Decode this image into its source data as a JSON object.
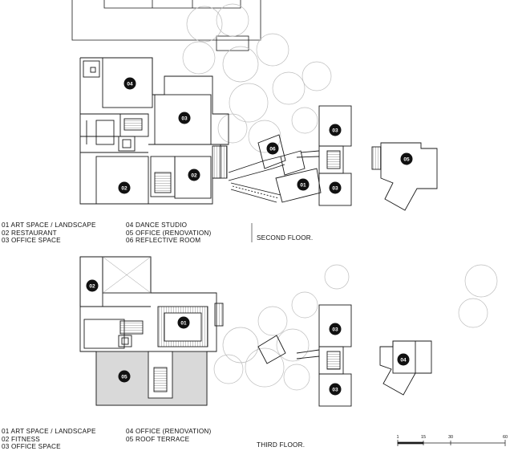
{
  "second_floor": {
    "title": "SECOND FLOOR.",
    "legend_col1": [
      "01 ART SPACE / LANDSCAPE",
      "02 RESTAURANT",
      "03 OFFICE SPACE"
    ],
    "legend_col2": [
      "04 DANCE STUDIO",
      "05 OFFICE (RENOVATION)",
      "06 REFLECTIVE ROOM"
    ],
    "room_labels": [
      "04",
      "03",
      "06",
      "03",
      "05",
      "02",
      "02",
      "01",
      "03"
    ]
  },
  "third_floor": {
    "title": "THIRD FLOOR.",
    "legend_col1": [
      "01 ART SPACE / LANDSCAPE",
      "02 FITNESS",
      "03 OFFICE SPACE"
    ],
    "legend_col2": [
      "04 OFFICE (RENOVATION)",
      "05 ROOF TERRACE"
    ],
    "room_labels": [
      "02",
      "01",
      "03",
      "05",
      "04",
      "03"
    ]
  },
  "scale_bar": {
    "ticks": [
      "1",
      "15",
      "30",
      "60"
    ]
  },
  "colors": {
    "line": "#1a1a1a",
    "terrace_fill": "#d9d9d9",
    "circle": "#bdbdbd"
  }
}
